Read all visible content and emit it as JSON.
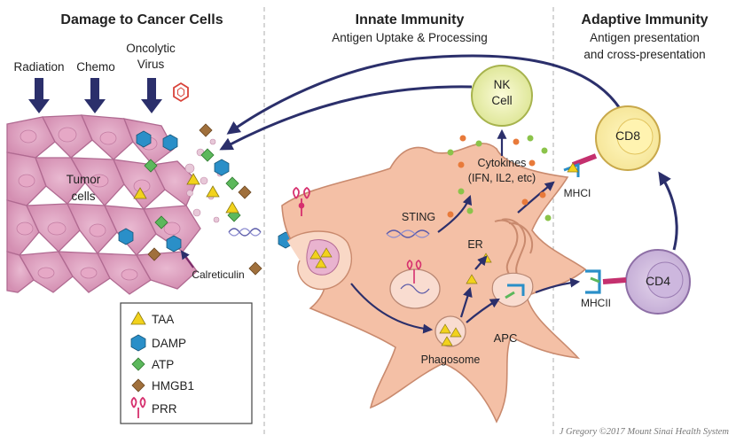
{
  "sections": {
    "damage": {
      "title": "Damage to Cancer Cells"
    },
    "innate": {
      "title": "Innate Immunity",
      "subtitle": "Antigen Uptake & Processing"
    },
    "adaptive": {
      "title": "Adaptive Immunity",
      "subtitle_line1": "Antigen presentation",
      "subtitle_line2": "and cross-presentation"
    }
  },
  "therapies": {
    "radiation": "Radiation",
    "chemo": "Chemo",
    "virus_line1": "Oncolytic",
    "virus_line2": "Virus"
  },
  "tumor": {
    "line1": "Tumor",
    "line2": "cells",
    "calreticulin": "Calreticulin"
  },
  "nk": {
    "line1": "NK",
    "line2": "Cell"
  },
  "cytokines": {
    "line1": "Cytokines",
    "line2": "(IFN, IL2, etc)"
  },
  "apc": {
    "sting": "STING",
    "er": "ER",
    "phagosome": "Phagosome",
    "apc": "APC",
    "mhci": "MHCI",
    "mhcii": "MHCII"
  },
  "cd8": "CD8",
  "cd4": "CD4",
  "legend": [
    {
      "label": "TAA",
      "icon": "triangle-icon",
      "color": "#f2d21c"
    },
    {
      "label": "DAMP",
      "icon": "hexagon-icon",
      "color": "#2a8fc8"
    },
    {
      "label": "ATP",
      "icon": "diamond-icon",
      "color": "#5cb85c"
    },
    {
      "label": "HMGB1",
      "icon": "diamond-icon",
      "color": "#a0703c"
    },
    {
      "label": "PRR",
      "icon": "receptor-icon",
      "color": "#d6306e"
    }
  ],
  "signature": "J Gregory ©2017 Mount Sinai Health System"
}
